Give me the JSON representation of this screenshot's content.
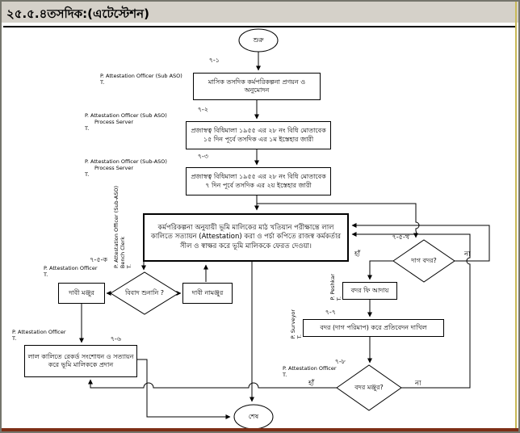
{
  "title": "২৫.৫.৪তসদিক:(এটেস্টেশন)",
  "colors": {
    "titlebar_bg": "#d5d1c9",
    "frame_border": "#75756c",
    "accent_yellow": "#c9b957",
    "accent_maroon": "#7d2e16",
    "line": "#000000"
  },
  "flow": {
    "start_label": "শুরু",
    "end_label": "শেষ",
    "yes_label": "হাঁ",
    "no_label": "না",
    "nodes": {
      "plan": {
        "step": "৭-১",
        "text": "মাসিক তসদিক কর্মপরিকল্পনা প্রণয়ন ও অনুমোদন",
        "actor": "P. Attestation Officer (Sub ASO)",
        "actor_t": "T."
      },
      "notice1": {
        "step": "৭-২",
        "text": "প্রজাস্বত্ব বিধিমালা ১৯৫৫ এর ২৮ নং বিধি মোতাবেক ১৫ দিন পূর্বে তসদিক এর ১ম ইস্তেহার জারী",
        "actor": "P. Attestation Officer (Sub ASO)",
        "actor2": "Process Server",
        "actor_t": "T."
      },
      "notice2": {
        "step": "৭-৩",
        "text": "প্রজাস্বত্ব বিধিমালা ১৯৫৫ এর ২৮ নং বিধি মোতাবেক ৭ দিন পূর্বে তসদিক এর ২য় ইস্তেহার জারী",
        "actor": "P. Attestation Officer (Sub-ASO)",
        "actor2": "Process Server",
        "actor_t": "T."
      },
      "attest": {
        "text": "কর্মপরিকল্পনা অনুযায়ী ভূমি মালিকের মাঠ খতিয়ান পরীক্ষান্তে লাল কালিতে সত্যায়ন (Attestation) করা ও পর্চা কপিতে রাজস্ব কর্মকর্তার সীল ও স্বাক্ষর করে ভূমি মালিককে ফেরত দেওয়া।",
        "actor": "P. Attestation Officer (Sub-ASO)",
        "actor2": "Bench Clerk",
        "actor_t": "T."
      },
      "dispute_decision": {
        "step": "৭-৫-ক",
        "text": "বিবাদ শুনানি ?",
        "actor": "P. Attestation Officer",
        "actor_t": "T."
      },
      "claim_granted": {
        "text": "দাবী মঞ্জুর"
      },
      "claim_rejected": {
        "text": "দাবী নামঞ্জুর"
      },
      "record_fix": {
        "step": "৭-৬",
        "text": "লাল কালিতে রেকর্ড সংশোধন ও সত্যায়ন করে ভূমি মালিককে প্রদান",
        "actor": "P. Attestation Officer",
        "actor_t": "T."
      },
      "badar_decision": {
        "step": "৭-৫-খ",
        "text": "দাগ বদর?"
      },
      "fee": {
        "text": "বদর ফি আদায়",
        "actor": "P. Peshkar",
        "actor_t": "T."
      },
      "report": {
        "step": "৭-৭",
        "text": "বদর (দাগ পরিমাপ) করে প্রতিবেদন দাখিল",
        "actor": "P. Surveyor",
        "actor_t": "T."
      },
      "approve_decision": {
        "step": "৭-৮",
        "text": "বদর মঞ্জুর?",
        "actor": "P. Attestation Officer",
        "actor_t": "T."
      }
    }
  }
}
